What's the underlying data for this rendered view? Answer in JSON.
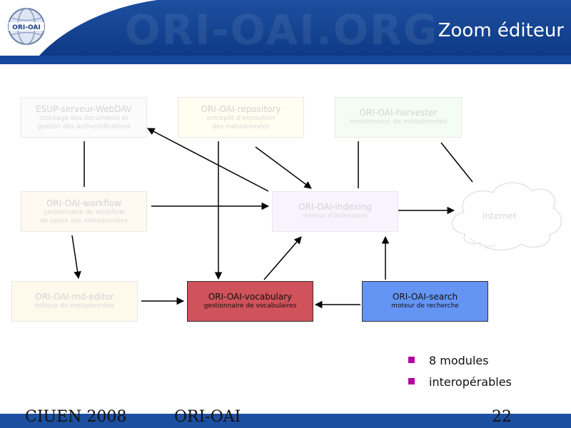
{
  "slide": {
    "title": "Zoom éditeur",
    "logo_text": "ORI-OAI",
    "watermark_text": "ORI-OAI.ORG"
  },
  "diagram": {
    "nodes": {
      "esup": {
        "title": "ESUP-serveur-WebDAV",
        "line1": "stockage des documents et",
        "line2": "gestion des authentifications"
      },
      "repository": {
        "title": "ORI-OAI-repository",
        "line1": "entrepôt d'exposition",
        "line2": "des métadonnées"
      },
      "harvester": {
        "title": "ORI-OAI-harvester",
        "line1": "moissonneur de métadonnées"
      },
      "workflow": {
        "title": "ORI-OAI-workflow",
        "line1": "gestionnaire du workflow",
        "line2": "de saisie des métadonnées"
      },
      "indexing": {
        "title": "ORI-OAI-indexing",
        "line1": "moteur d'indexation"
      },
      "md_editor": {
        "title": "ORI-OAI-md-editor",
        "line1": "éditeur de métadonnées"
      },
      "vocabulary": {
        "title": "ORI-OAI-vocabulary",
        "line1": "gestionnaire de vocabulaires"
      },
      "search": {
        "title": "ORI-OAI-search",
        "line1": "moteur de recherche"
      },
      "internet": {
        "title": "Internet"
      }
    }
  },
  "bullets": [
    "8 modules",
    "interopérables"
  ],
  "footer": {
    "event": "CIUEN 2008",
    "project": "ORI-OAI",
    "page": "22"
  },
  "colors": {
    "header": "#1d4fa0",
    "vocabulary_box": "#d0525a",
    "search_box": "#6495f5",
    "bullet": "#b3009e"
  }
}
